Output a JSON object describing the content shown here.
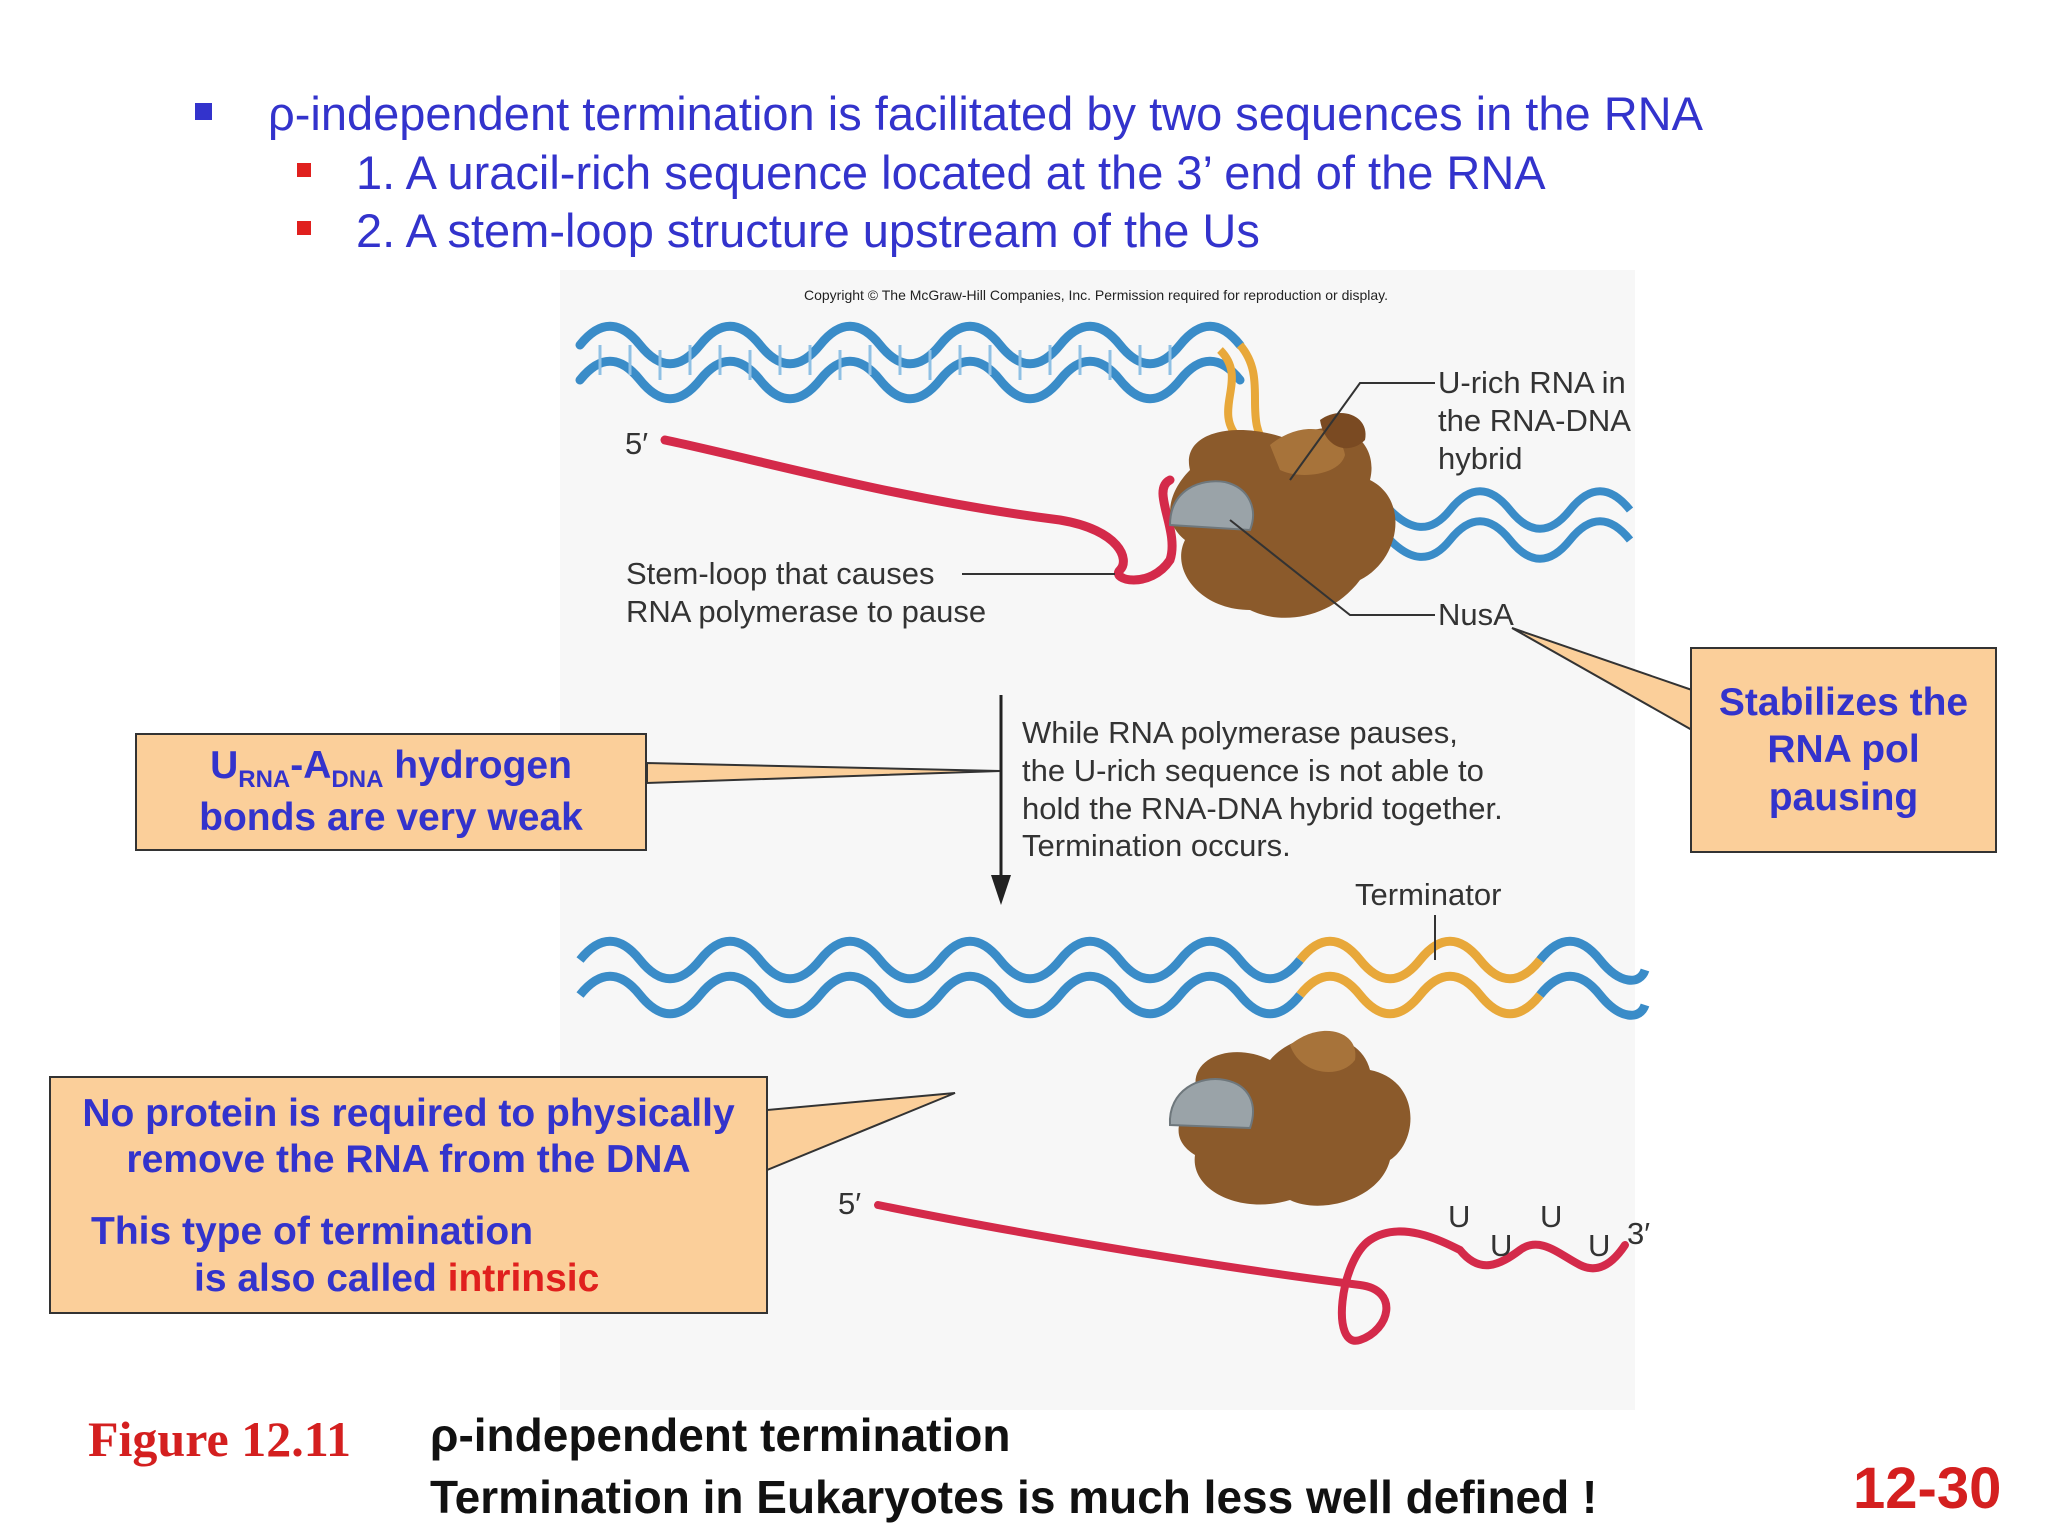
{
  "bullets": {
    "main": "ρ-independent termination is facilitated by two sequences in the RNA",
    "sub1": "1.  A uracil-rich sequence located at the 3’ end of the RNA",
    "sub2": "2.  A stem-loop structure upstream of the Us"
  },
  "copyright": "Copyright © The McGraw-Hill Companies, Inc. Permission required for reproduction or display.",
  "figure": {
    "five_prime_top": "5′",
    "five_prime_bottom": "5′",
    "three_prime": "3′",
    "u_rich_label": [
      "U-rich RNA in",
      "the RNA-DNA",
      "hybrid"
    ],
    "stem_loop_label": [
      "Stem-loop that causes",
      "RNA polymerase to pause"
    ],
    "nusa_label": "NusA",
    "process_label": [
      "While RNA polymerase pauses,",
      "the U-rich sequence is not able to",
      "hold the RNA-DNA hybrid together.",
      "Termination occurs."
    ],
    "terminator_label": "Terminator",
    "u_letters": [
      "U",
      "U",
      "U",
      "U"
    ]
  },
  "callouts": {
    "hbond": {
      "u": "U",
      "u_sub": "RNA",
      "a": "-A",
      "a_sub": "DNA",
      "rest": " hydrogen",
      "line2": "bonds are very weak"
    },
    "stabilize": [
      "Stabilizes the",
      "RNA pol",
      "pausing"
    ],
    "no_protein": {
      "line1": "No protein is required to physically",
      "line2": "remove the RNA from the DNA",
      "line3": "This type of termination",
      "line4_prefix": "is also called ",
      "line4_highlight": "intrinsic"
    }
  },
  "caption": {
    "figure_label": "Figure 12.11",
    "line1": "ρ-independent termination",
    "line2": "Termination in Eukaryotes is much less well defined !",
    "page_number": "12-30"
  },
  "colors": {
    "bullet_text": "#3333cc",
    "callout_fill": "#fbcf9a",
    "dna": "#3a8cc8",
    "terminator_dna": "#e8a83a",
    "rna": "#d42a4a",
    "polymerase": "#8b5a2b",
    "nusa": "#9aa3a8",
    "accent_red": "#d41f1f"
  }
}
